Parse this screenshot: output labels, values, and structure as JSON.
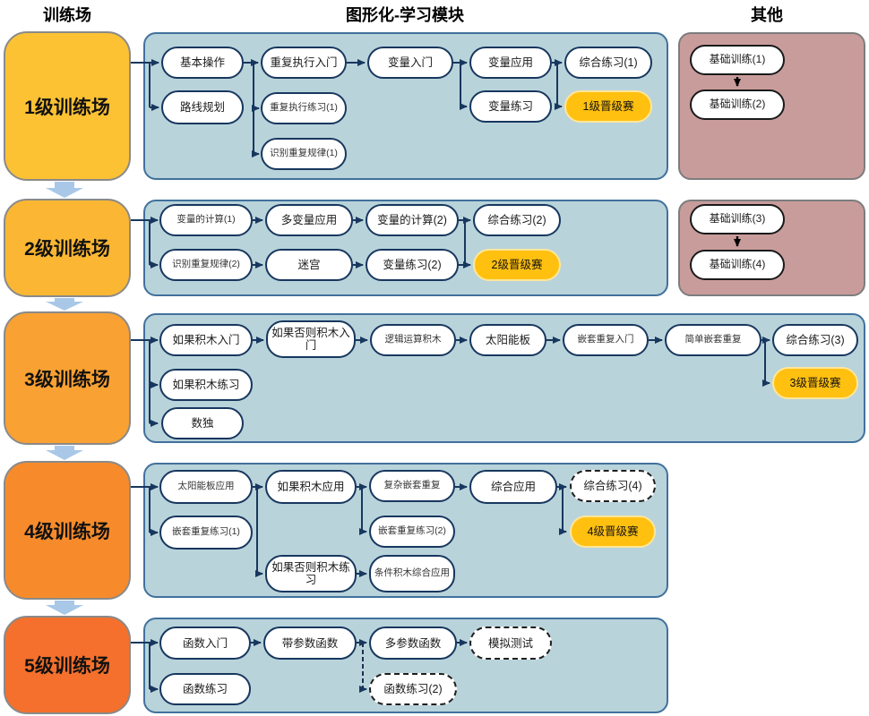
{
  "headers": {
    "left": "训练场",
    "center": "图形化-学习模块",
    "right": "其他"
  },
  "rows": [
    {
      "level": "1级训练场",
      "modules": [
        {
          "label": "基本操作"
        },
        {
          "label": "路线规划"
        },
        {
          "label": "重复执行入门"
        },
        {
          "label": "重复执行练习(1)"
        },
        {
          "label": "识别重复规律(1)"
        },
        {
          "label": "变量入门"
        },
        {
          "label": "变量应用"
        },
        {
          "label": "变量练习"
        },
        {
          "label": "综合练习(1)"
        },
        {
          "label": "1级晋级赛"
        }
      ],
      "others": [
        {
          "label": "基础训练(1)"
        },
        {
          "label": "基础训练(2)"
        }
      ]
    },
    {
      "level": "2级训练场",
      "modules": [
        {
          "label": "变量的计算(1)"
        },
        {
          "label": "识别重复规律(2)"
        },
        {
          "label": "多变量应用"
        },
        {
          "label": "迷宫"
        },
        {
          "label": "变量的计算(2)"
        },
        {
          "label": "变量练习(2)"
        },
        {
          "label": "综合练习(2)"
        },
        {
          "label": "2级晋级赛"
        }
      ],
      "others": [
        {
          "label": "基础训练(3)"
        },
        {
          "label": "基础训练(4)"
        }
      ]
    },
    {
      "level": "3级训练场",
      "modules": [
        {
          "label": "如果积木入门"
        },
        {
          "label": "如果积木练习"
        },
        {
          "label": "数独"
        },
        {
          "label": "如果否则积木入门"
        },
        {
          "label": "逻辑运算积木"
        },
        {
          "label": "太阳能板"
        },
        {
          "label": "嵌套重复入门"
        },
        {
          "label": "简单嵌套重复"
        },
        {
          "label": "综合练习(3)"
        },
        {
          "label": "3级晋级赛"
        }
      ],
      "others": []
    },
    {
      "level": "4级训练场",
      "modules": [
        {
          "label": "太阳能板应用"
        },
        {
          "label": "嵌套重复练习(1)"
        },
        {
          "label": "如果积木应用"
        },
        {
          "label": "如果否则积木练习"
        },
        {
          "label": "复杂嵌套重复"
        },
        {
          "label": "嵌套重复练习(2)"
        },
        {
          "label": "条件积木综合应用"
        },
        {
          "label": "综合应用"
        },
        {
          "label": "综合练习(4)"
        },
        {
          "label": "4级晋级赛"
        }
      ],
      "others": []
    },
    {
      "level": "5级训练场",
      "modules": [
        {
          "label": "函数入门"
        },
        {
          "label": "函数练习"
        },
        {
          "label": "带参数函数"
        },
        {
          "label": "多参数函数"
        },
        {
          "label": "函数练习(2)"
        },
        {
          "label": "模拟测试"
        }
      ],
      "others": []
    }
  ],
  "colors": {
    "level_1": "#FCC233",
    "level_2": "#FBB733",
    "level_3": "#F9A132",
    "level_4": "#F78B2B",
    "level_5": "#F4702C",
    "panel_blue": "#B9D3DB",
    "panel_blue_border": "#41719C",
    "panel_pink": "#C99C9C",
    "node_border": "#17375E",
    "highlight_yellow": "#FFC010",
    "flow_arrow": "#A9C8E8"
  }
}
